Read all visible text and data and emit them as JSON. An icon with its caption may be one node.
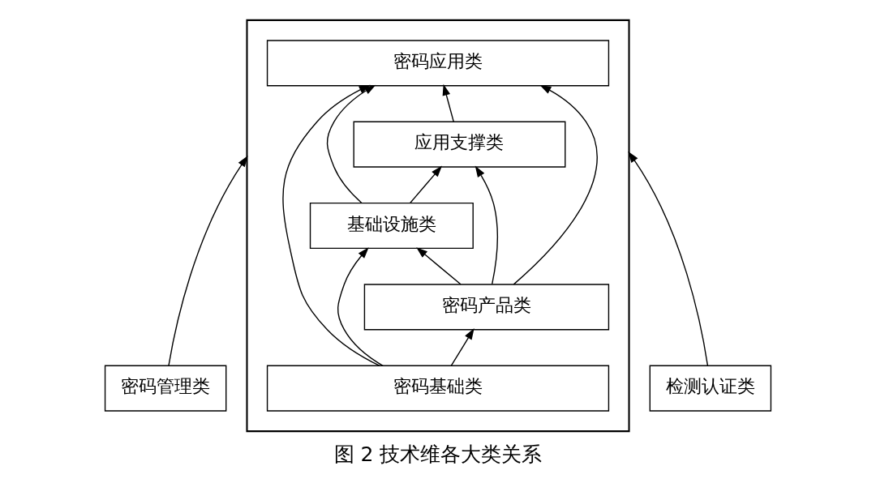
{
  "diagram": {
    "caption": "图 2 技术维各大类关系",
    "nodes": [
      {
        "text": [
          "密码管理类"
        ]
      },
      {
        "text": [],
        "shape": "box"
      },
      {
        "text": [
          "密码应用类"
        ],
        "in": 1
      },
      {
        "text": [
          "应用支撑类"
        ],
        "in": 1
      },
      {
        "text": [
          "基础设施类"
        ],
        "in": 1
      },
      {
        "text": [
          "密码产品类"
        ],
        "in": 1
      },
      {
        "text": [
          "密码基础类"
        ],
        "in": 1
      },
      {
        "text": [
          "检测认证类"
        ]
      }
    ],
    "edges": [
      {
        "from": 0,
        "to": 1,
        "arrow": "to"
      },
      {
        "from": 7,
        "to": 1,
        "arrow": "to"
      },
      {
        "from": 6,
        "to": 2,
        "arrow": "to"
      },
      {
        "from": 5,
        "to": 2,
        "arrow": "to"
      },
      {
        "from": 5,
        "to": 3,
        "arrow": "to"
      },
      {
        "from": 5,
        "to": 4,
        "arrow": "to"
      },
      {
        "from": 6,
        "to": 5,
        "arrow": "to"
      },
      {
        "from": 4,
        "to": 3,
        "arrow": "to"
      },
      {
        "from": 3,
        "to": 2,
        "arrow": "to"
      },
      {
        "from": 4,
        "to": 2,
        "arrow": "to"
      },
      {
        "from": 6,
        "to": 4,
        "arrow": "to"
      }
    ]
  }
}
